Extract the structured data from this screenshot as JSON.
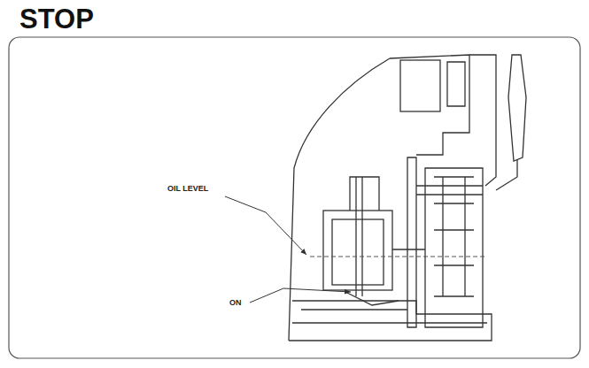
{
  "diagram": {
    "title": "STOP",
    "labels": [
      "OIL LEVEL",
      "ON"
    ]
  }
}
